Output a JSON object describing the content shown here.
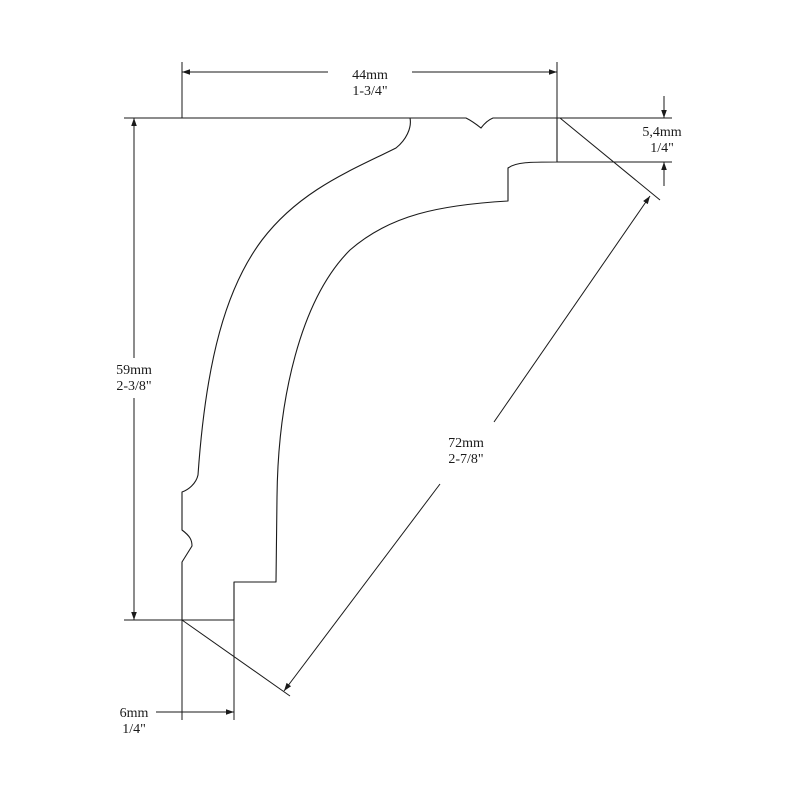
{
  "dimensions": {
    "width": {
      "metric": "44mm",
      "imperial": "1-3/4\""
    },
    "height": {
      "metric": "59mm",
      "imperial": "2-3/8\""
    },
    "top_step": {
      "metric": "5,4mm",
      "imperial": "1/4\""
    },
    "diagonal": {
      "metric": "72mm",
      "imperial": "2-7/8\""
    },
    "bottom_step": {
      "metric": "6mm",
      "imperial": "1/4\""
    }
  },
  "colors": {
    "line": "#1a1a1a",
    "background": "#ffffff"
  }
}
